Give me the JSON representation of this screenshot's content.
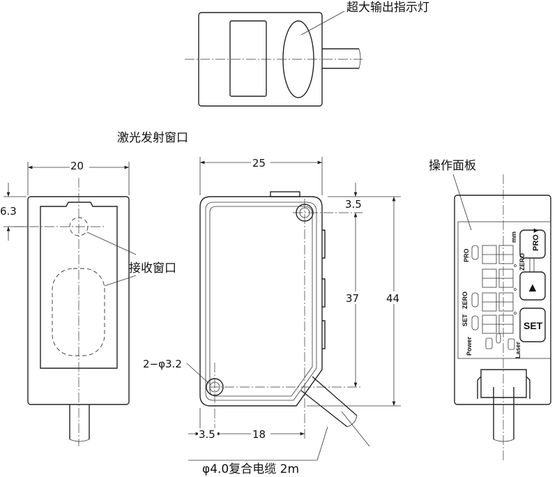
{
  "labels": {
    "indicator": "超大输出指示灯",
    "emitter_window": "激光发射窗口",
    "receiver_window": "接收窗口",
    "panel": "操作面板",
    "holes": "2−φ3.2",
    "cable": "φ4.0复合电缆 2m"
  },
  "dimensions": {
    "left_width": "20",
    "left_offset": "6.3",
    "front_width": "25",
    "hole_offset_top": "3.5",
    "hole_spacing_v": "37",
    "height": "44",
    "hole_offset_left": "3.5",
    "hole_spacing_h": "18"
  },
  "panel": {
    "unit": "mm",
    "pro_indicator": "PRO",
    "zero_indicator": "ZERO",
    "set_indicator": "SET",
    "power_label": "Power",
    "laser_label": "Laser",
    "pro_button": "PRO▼",
    "zero_label": "ZERO",
    "up_button": "▲",
    "set_button": "SET"
  }
}
